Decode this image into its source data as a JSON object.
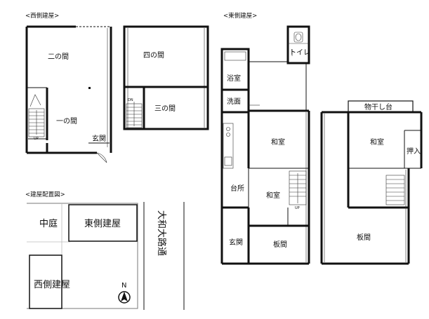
{
  "sections": {
    "west": "<西側建屋>",
    "east": "<東側建屋>",
    "site": "<建屋配置図>"
  },
  "rooms": {
    "west_nino": "二の間",
    "west_ichino": "一の間",
    "west_genkan": "玄関",
    "west_yonno": "四の間",
    "west_sanno": "三の間",
    "east_toilet": "トイレ",
    "east_bath": "浴室",
    "east_senmen": "洗面",
    "east_washitsu1": "和室",
    "east_daidokoro": "台所",
    "east_washitsu2": "和室",
    "east_genkan": "玄関",
    "east_itama1": "板間",
    "east2_monohoshi": "物干し台",
    "east2_washitsu": "和室",
    "east2_oshiire": "押入",
    "east2_itama": "板間"
  },
  "stairs": {
    "up": "UP",
    "dn": "DN"
  },
  "site_plan": {
    "courtyard": "中庭",
    "east_building": "東側建屋",
    "west_building": "西側建屋",
    "road": "大和大路通",
    "north": "N"
  },
  "icons": [
    "north-arrow-icon",
    "stair-icon",
    "door-swing-icon",
    "toilet-icon",
    "sink-icon"
  ]
}
